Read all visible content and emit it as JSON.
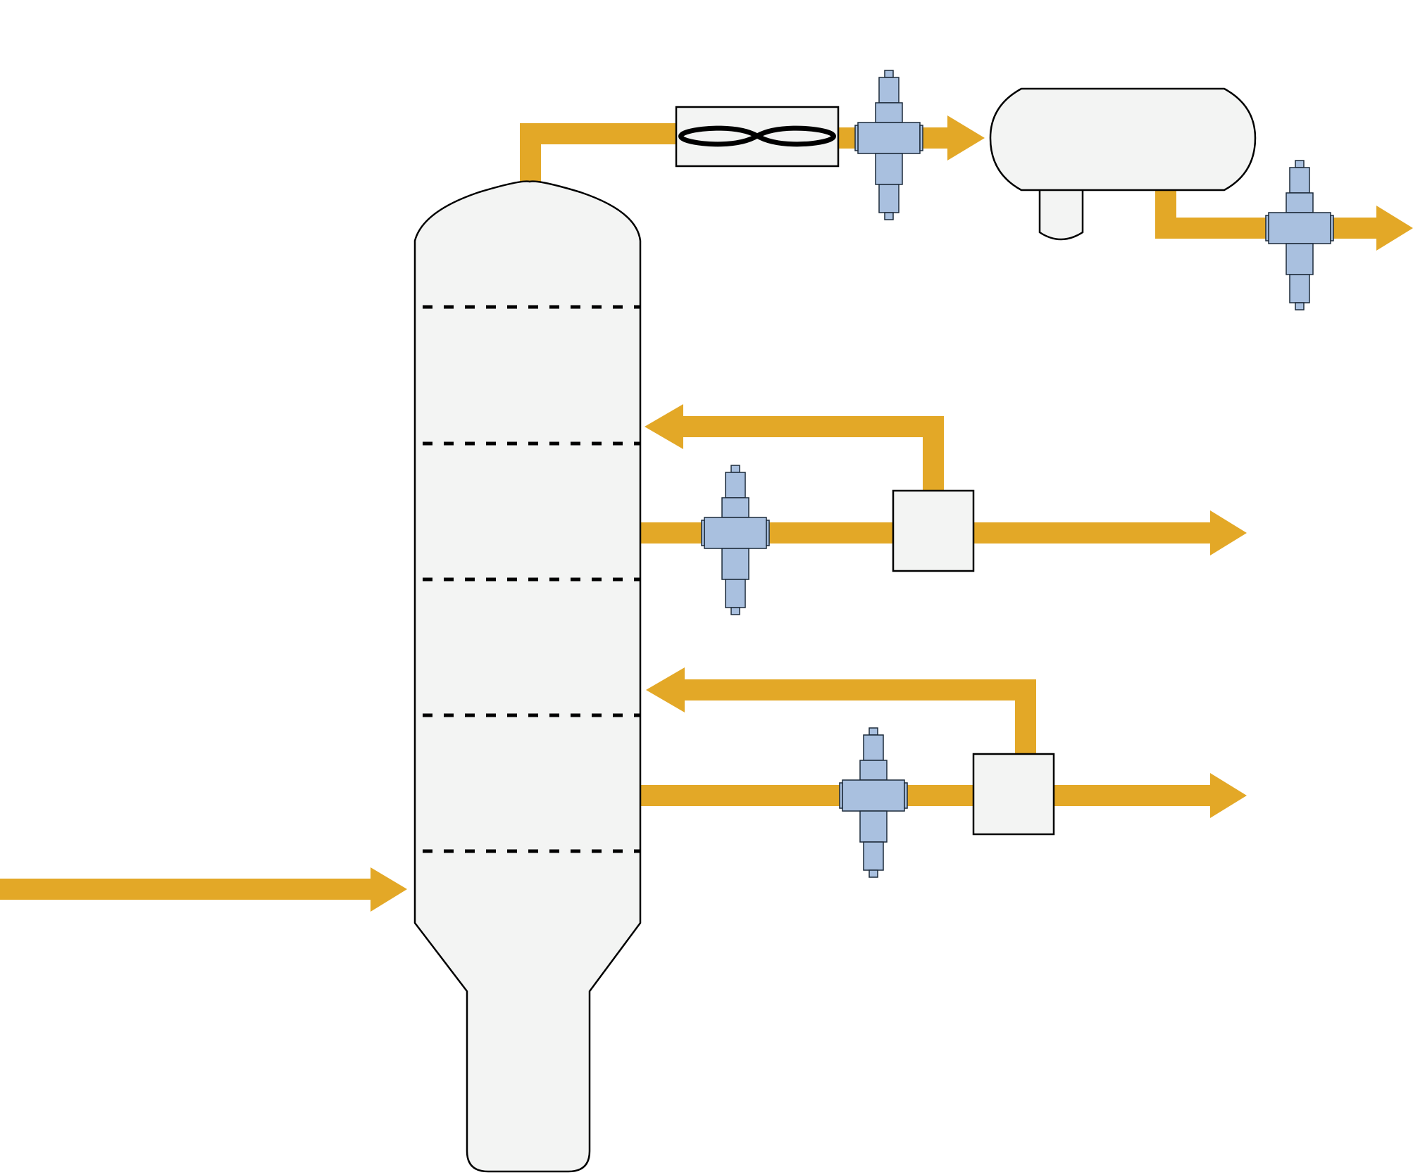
{
  "colors": {
    "background": "#ffffff",
    "pipe": "#e3a827",
    "equipment_fill": "#f3f4f3",
    "outline": "#000000",
    "instrument_fill": "#a9c0df",
    "instrument_outline": "#1c2a3a"
  },
  "icons": {
    "column": "distillation-column-icon",
    "tray": "dashed-tray-icon",
    "condenser": "air-cooler-fan-icon",
    "drum": "reflux-drum-icon",
    "boot": "drum-boot-icon",
    "stripper": "side-stripper-box-icon",
    "transmitter": "inline-flow-transmitter-icon",
    "arrow": "flow-arrow-icon"
  },
  "diagram": {
    "tray_count": 5,
    "side_draw_count": 2,
    "transmitter_count": 4,
    "stream_count": 9
  }
}
